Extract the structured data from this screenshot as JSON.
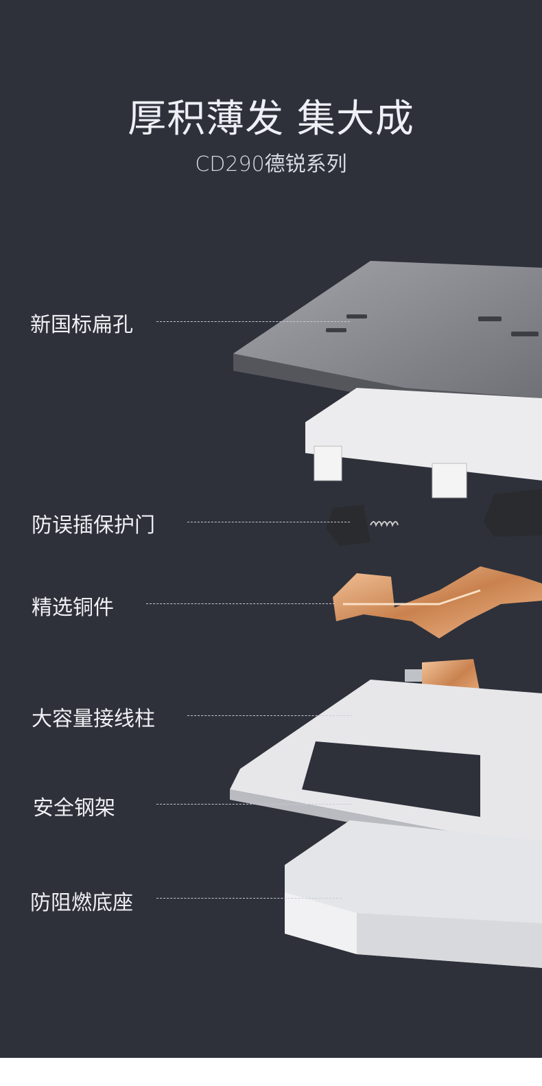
{
  "header": {
    "title": "厚积薄发 集大成",
    "subtitle": "CD290德锐系列"
  },
  "callouts": [
    {
      "label": "新国标扁孔"
    },
    {
      "label": "防误插保护门"
    },
    {
      "label": "精选铜件"
    },
    {
      "label": "大容量接线柱"
    },
    {
      "label": "安全钢架"
    },
    {
      "label": "防阻燃底座"
    }
  ],
  "colors": {
    "background": "#2e313a",
    "copper": "#d9956a",
    "panel": "#8a8b90"
  }
}
